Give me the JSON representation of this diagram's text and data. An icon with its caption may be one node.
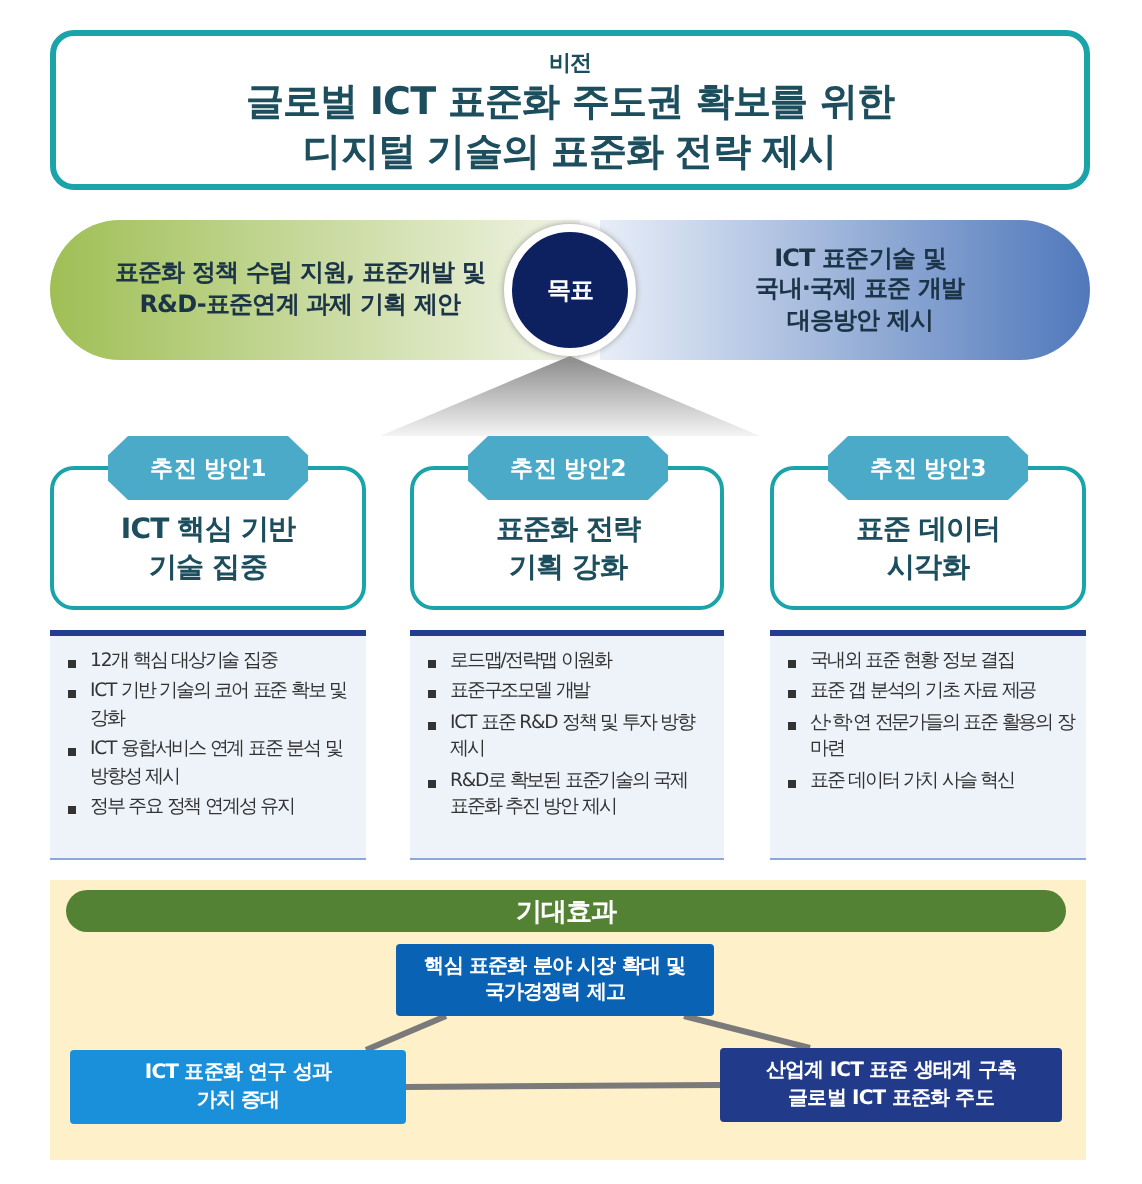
{
  "diagram": {
    "nodes": [
      {
        "text": [
          "비전",
          "글로벌 ICT 표준화 주도권 확보를 위한 디지털 기술의 표준화 전략 제시"
        ]
      },
      {
        "text": [
          "표준화 정책 수립 지원, 표준개발 및 R&D-표준연계 과제 기획 제안"
        ]
      },
      {
        "text": [
          "목표"
        ]
      },
      {
        "text": [
          "ICT 표준기술 및 국내·국제 표준 개발 대응방안 제시"
        ]
      },
      {
        "text": [
          "추진 방안1",
          "ICT 핵심 기반 기술 집중"
        ]
      },
      {
        "text": [
          "12개 핵심 대상기술 집중",
          "ICT 기반 기술의 코어 표준 확보 및 강화",
          "ICT 융합서비스 연계 표준 분석 및 방향성 제시",
          "정부 주요 정책 연계성 유지"
        ]
      },
      {
        "text": [
          "추진 방안2",
          "표준화 전략 기획 강화"
        ]
      },
      {
        "text": [
          "로드맵/전략맵 이원화",
          "표준구조모델 개발",
          "ICT 표준 R&D 정책 및 투자 방향 제시",
          "R&D로 확보된 표준기술의 국제 표준화 추진 방안 제시"
        ]
      },
      {
        "text": [
          "추진 방안3",
          "표준 데이터 시각화"
        ]
      },
      {
        "text": [
          "국내외 표준 현황 정보 결집",
          "표준 갭 분석의 기초 자료 제공",
          "산·학·연 전문가들의 표준 활용의 장 마련",
          "표준 데이터 가치 사슬 혁신"
        ]
      },
      {
        "text": [
          "기대효과"
        ]
      },
      {
        "text": [
          "핵심 표준화 분야 시장 확대 및 국가경쟁력 제고"
        ],
        "in": 10
      },
      {
        "text": [
          "ICT 표준화 연구 성과 가치 증대"
        ],
        "in": 10
      },
      {
        "text": [
          "산업계 ICT 표준 생태계 구축 글로벌 ICT 표준화 주도"
        ],
        "in": 10
      }
    ],
    "edges": [
      {
        "from": 6,
        "to": 2,
        "arrow": "to"
      },
      {
        "from": 12,
        "to": 11,
        "arrow": "none"
      },
      {
        "from": 11,
        "to": 13,
        "arrow": "none"
      },
      {
        "from": 12,
        "to": 13,
        "arrow": "none"
      }
    ]
  }
}
